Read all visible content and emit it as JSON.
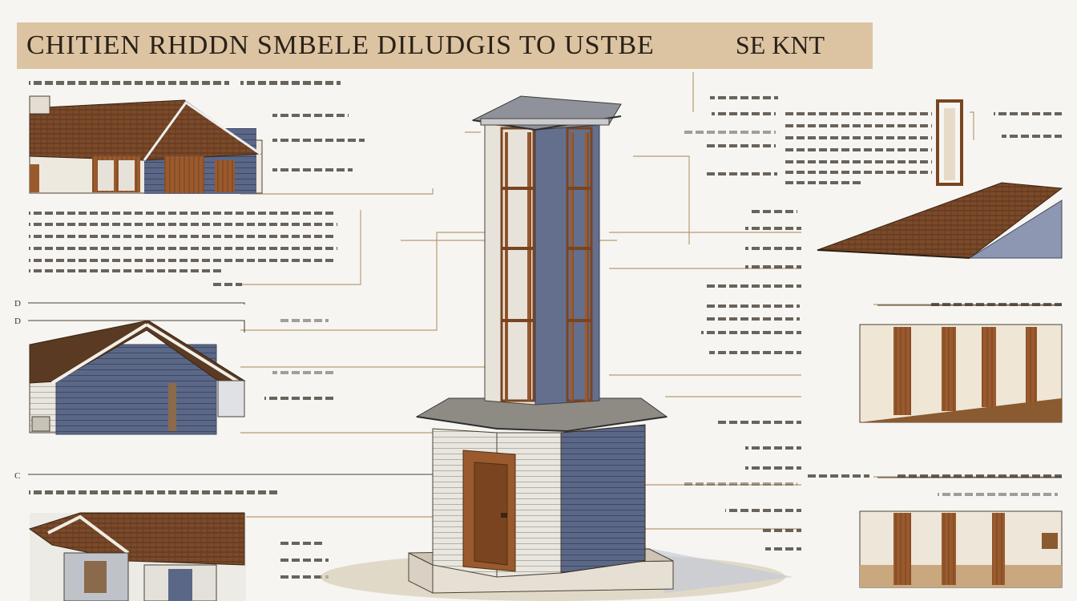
{
  "banner": {
    "title": "CHITIEN RHDDN SMBELE DILUDGIS TO USTBE",
    "right": "SE KNT"
  },
  "colors": {
    "banner": "#dcc4a3",
    "paper": "#f6f5f1",
    "roof": "#7a4a2a",
    "siding": "#5b6787",
    "wood": "#9a5a2e",
    "leader_line": "#b99b74"
  },
  "left_markers": [
    "D",
    "D",
    "C"
  ]
}
